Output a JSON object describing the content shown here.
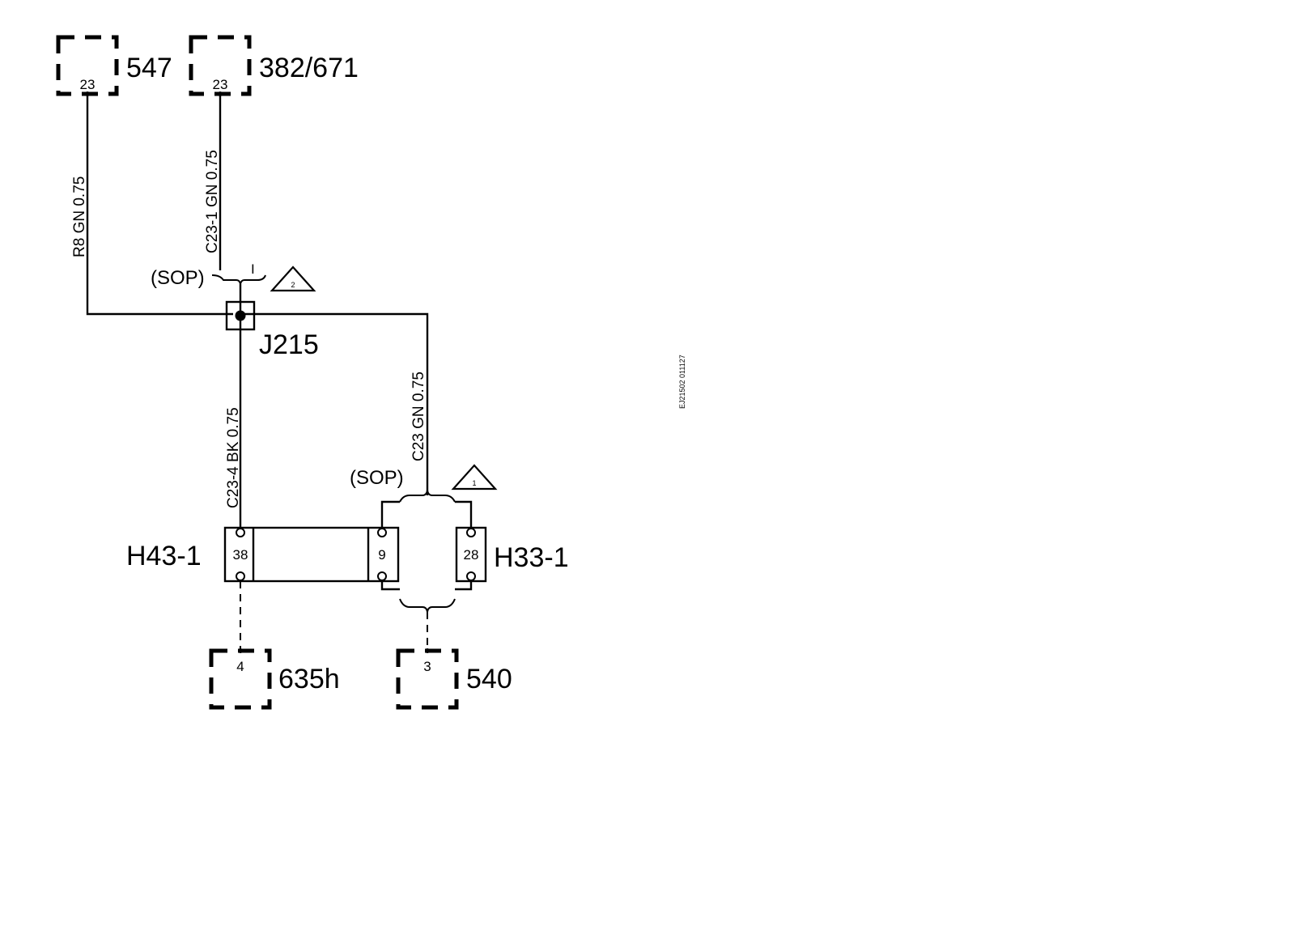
{
  "connectors": {
    "c547": {
      "id": "547",
      "pin": "23"
    },
    "c382": {
      "id": "382/671",
      "pin": "23"
    },
    "c635": {
      "id": "635h",
      "pin": "4"
    },
    "c540": {
      "id": "540",
      "pin": "3"
    }
  },
  "splice": {
    "id": "J215"
  },
  "inline": {
    "h43": {
      "id": "H43-1",
      "pin": "38"
    },
    "h33": {
      "id": "H33-1",
      "pin_left": "9",
      "pin_right": "28"
    }
  },
  "wires": {
    "w_r8": "R8  GN  0.75",
    "w_c231": "C23-1  GN  0.75",
    "w_c234": "C23-4  BK  0.75",
    "w_c23": "C23  GN  0.75"
  },
  "options": {
    "sop_top": "(SOP)",
    "sop_bottom": "(SOP)",
    "note_top": "2",
    "note_bottom": "1",
    "tick_mark": "I"
  },
  "figure_code": "EJ21502  011127",
  "colors": {
    "ink": "#000000",
    "background": "#ffffff"
  }
}
